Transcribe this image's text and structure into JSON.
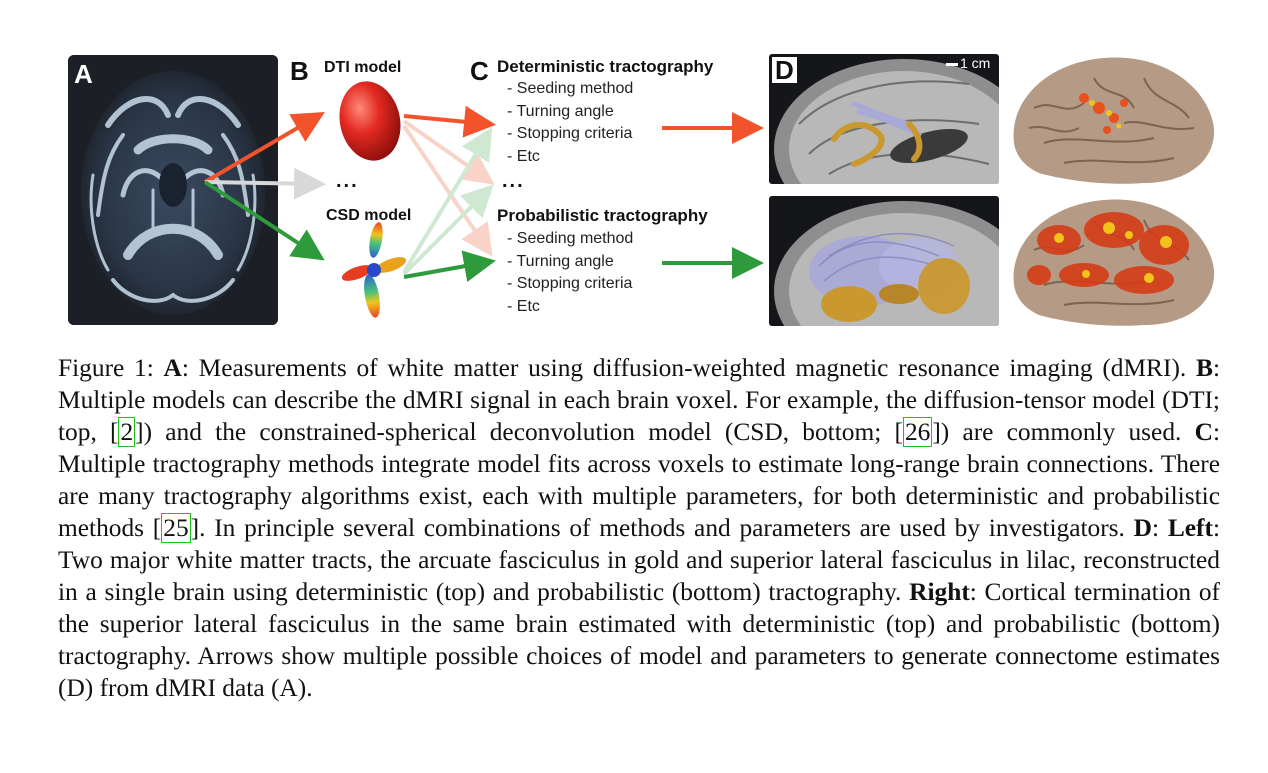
{
  "figure": {
    "panels": {
      "a": {
        "letter": "A"
      },
      "b": {
        "letter": "B",
        "dti_label": "DTI model",
        "csd_label": "CSD model",
        "ellipsis": "..."
      },
      "c": {
        "letter": "C",
        "deterministic_title": "Deterministic tractography",
        "deterministic_params": [
          "- Seeding method",
          "- Turning angle",
          "- Stopping criteria",
          "- Etc"
        ],
        "ellipsis": "...",
        "probabilistic_title": "Probabilistic tractography",
        "probabilistic_params": [
          "- Seeding method",
          "- Turning angle",
          "- Stopping criteria",
          "- Etc"
        ]
      },
      "d": {
        "letter": "D",
        "scale_bar": "1 cm"
      }
    },
    "colors": {
      "deterministic_arrow": "#f2532a",
      "probabilistic_arrow": "#2f9a3c",
      "neutral_arrow": "#d8d8d8",
      "arcuate_fasciculus": "#c9982f",
      "superior_lateral_fasciculus": "#a9a9d8",
      "citation_box": "#1ec21e"
    }
  },
  "caption": {
    "figure_label": "Figure 1:",
    "a_label": "A",
    "a_text": ": Measurements of white matter using diffusion-weighted magnetic resonance imaging (dMRI).",
    "b_label": "B",
    "b_text_1": ": Multiple models can describe the dMRI signal in each brain voxel. For example, the diffusion-tensor model (DTI; top, [",
    "cite_1": "2",
    "b_text_2": "]) and the constrained-spherical deconvolution model (CSD, bottom; [",
    "cite_2": "26",
    "b_text_3": "]) are commonly used.",
    "c_label": "C",
    "c_text_1": ": Multiple tractography methods integrate model fits across voxels to estimate long-range brain connections. There are many tractography algorithms exist, each with multiple parameters, for both deterministic and probabilistic methods [",
    "cite_3": "25",
    "c_text_2": "]. In principle several combinations of methods and parameters are used by investigators.",
    "d_label": "D",
    "d_sep": ": ",
    "left_label": "Left",
    "left_text": ": Two major white matter tracts, the arcuate fasciculus in gold and superior lateral fasciculus in lilac, reconstructed in a single brain using deterministic (top) and probabilistic (bottom) tractography.",
    "right_label": "Right",
    "right_text": ": Cortical termination of the superior lateral fasciculus in the same brain estimated with deterministic (top) and probabilistic (bottom) tractography. Arrows show multiple possible choices of model and parameters to generate connectome estimates (D) from dMRI data (A)."
  }
}
